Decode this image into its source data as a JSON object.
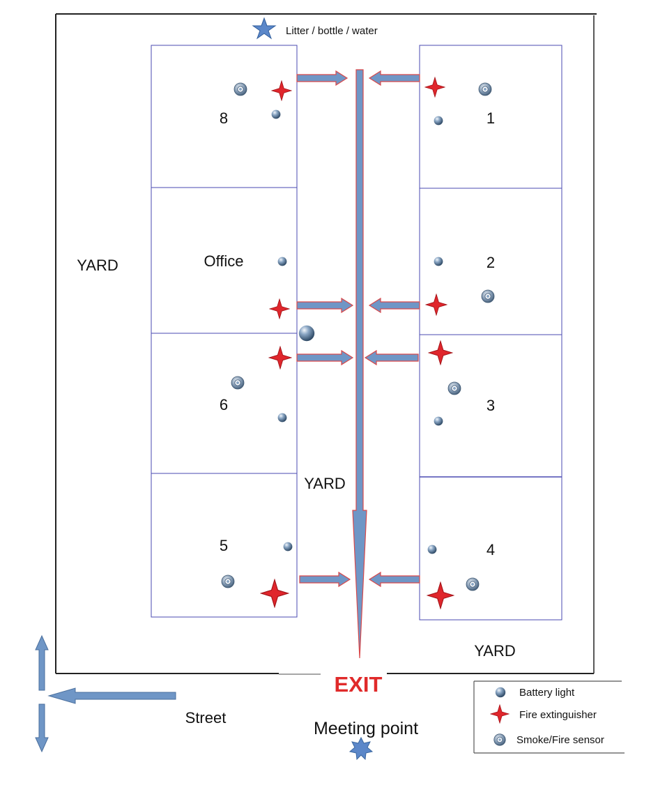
{
  "header": {
    "litter_label": "Litter / bottle / water"
  },
  "rooms": [
    {
      "id": "room-8",
      "label": "8"
    },
    {
      "id": "room-office",
      "label": "Office"
    },
    {
      "id": "room-6",
      "label": "6"
    },
    {
      "id": "room-5",
      "label": "5"
    },
    {
      "id": "room-1",
      "label": "1"
    },
    {
      "id": "room-2",
      "label": "2"
    },
    {
      "id": "room-3",
      "label": "3"
    },
    {
      "id": "room-4",
      "label": "4"
    }
  ],
  "areas": {
    "yard": "YARD"
  },
  "exit": {
    "label": "EXIT"
  },
  "street": {
    "label": "Street"
  },
  "meeting_point": {
    "label": "Meeting point"
  },
  "legend": {
    "battery_light": "Battery light",
    "fire_extinguisher": "Fire extinguisher",
    "smoke_sensor": "Smoke/Fire sensor"
  },
  "colors": {
    "arrow_fill": "#6f96c6",
    "arrow_stroke": "#d9484a",
    "room_border": "#4040b0",
    "exit": "#e02a2a",
    "extinguisher": "#e0262c"
  }
}
